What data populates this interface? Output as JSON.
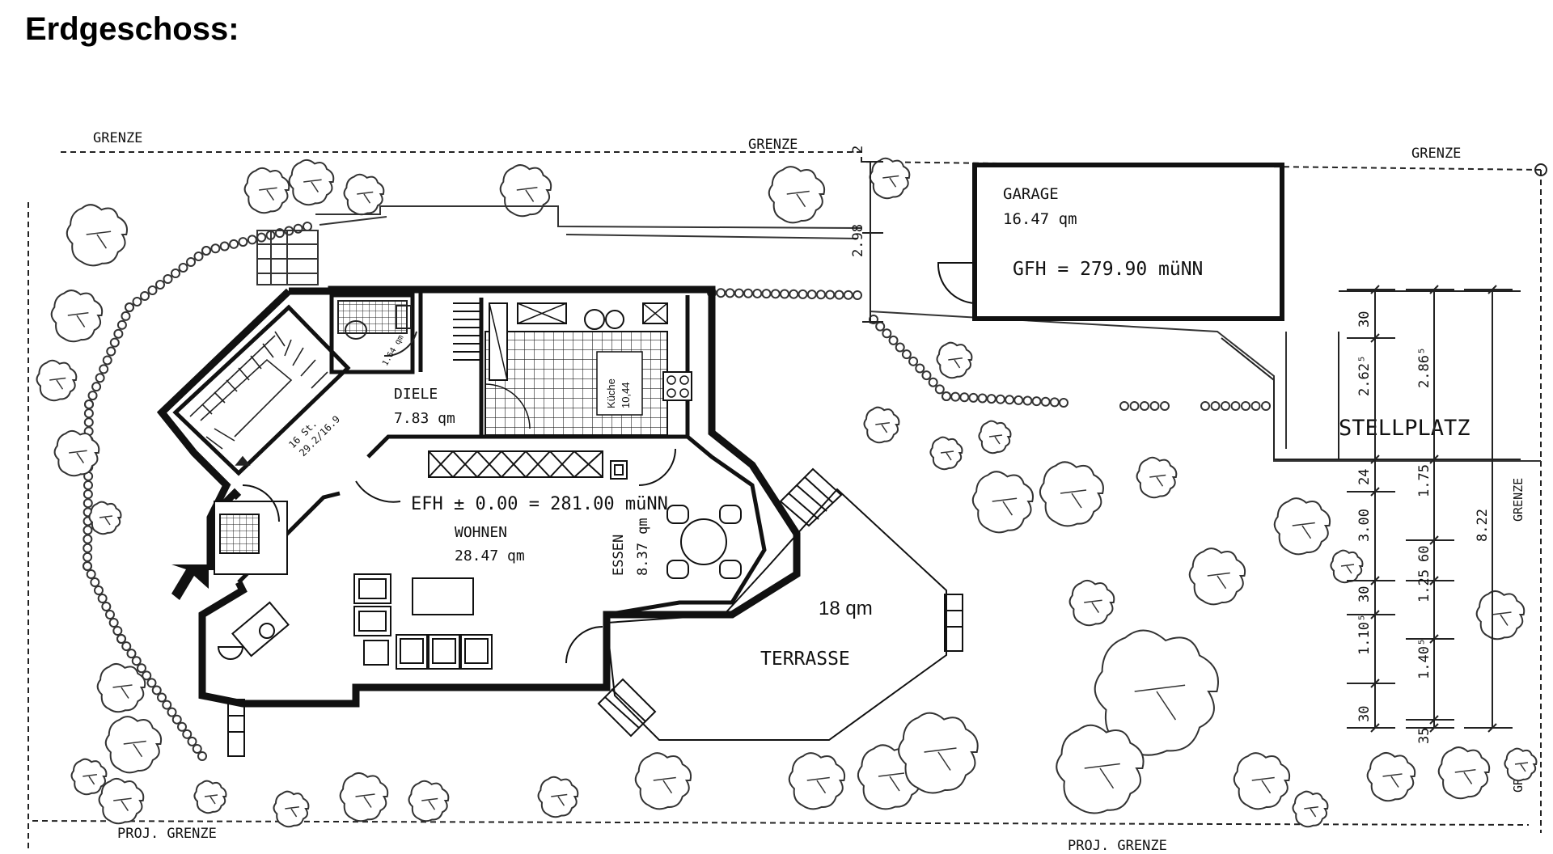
{
  "page": {
    "title": "Erdgeschoss:"
  },
  "boundary": {
    "grenze_top_left": "GRENZE",
    "grenze_top_mid": "GRENZE",
    "grenze_top_right": "GRENZE",
    "grenze_right_upper": "GRENZE",
    "grenze_right_lower": "GRENZE",
    "proj_grenze_left": "PROJ. GRENZE",
    "proj_grenze_right": "PROJ. GRENZE"
  },
  "garage": {
    "name": "GARAGE",
    "area": "16.47 qm",
    "gfh": "GFH = 279.90 müNN"
  },
  "stellplatz": {
    "name": "STELLPLATZ"
  },
  "rooms": {
    "diele": {
      "name": "DIELE",
      "area": "7.83 qm"
    },
    "kueche": {
      "name": "Küche",
      "area": "10,44"
    },
    "wohnen": {
      "name": "WOHNEN",
      "area": "28.47 qm"
    },
    "essen": {
      "name": "ESSEN",
      "area": "8.37 qm"
    },
    "terrasse": {
      "name": "TERRASSE",
      "area": "18 qm"
    },
    "wc": {
      "area": "1.64 qm"
    },
    "stairs": {
      "steps": "16 St.",
      "ratio": "29.2/16.9"
    }
  },
  "efh": "EFH ± 0.00 = 281.00 müNN",
  "dimensions": {
    "garage_offset": "2",
    "garage_depth": "2.98",
    "col1": [
      "30",
      "2.62⁵",
      "24",
      "3.00",
      "30",
      "1.10⁵",
      "30"
    ],
    "col2": [
      "2.86⁵",
      "1.75",
      "60",
      "1.25",
      "1.40⁵",
      "35"
    ],
    "col3": [
      "8.22"
    ]
  },
  "icons": [
    "entrance-arrow-icon",
    "compass-marker-icon"
  ]
}
